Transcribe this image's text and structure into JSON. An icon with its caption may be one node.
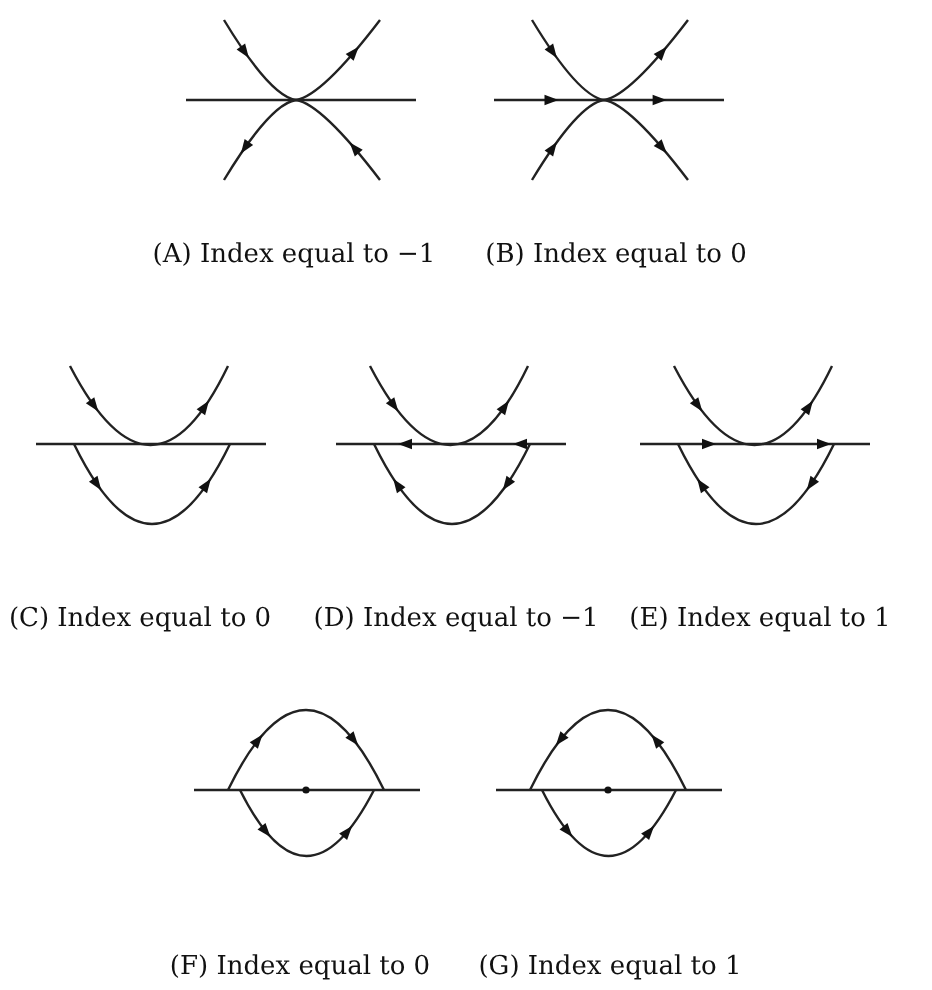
{
  "diagram": {
    "labels": [
      "(A) Index equal to −1",
      "(B) Index equal to 0",
      "(C) Index equal to 0",
      "(D) Index equal to −1",
      "(E) Index equal to 1",
      "(F) Index equal to 0",
      "(G) Index equal to 1"
    ]
  }
}
